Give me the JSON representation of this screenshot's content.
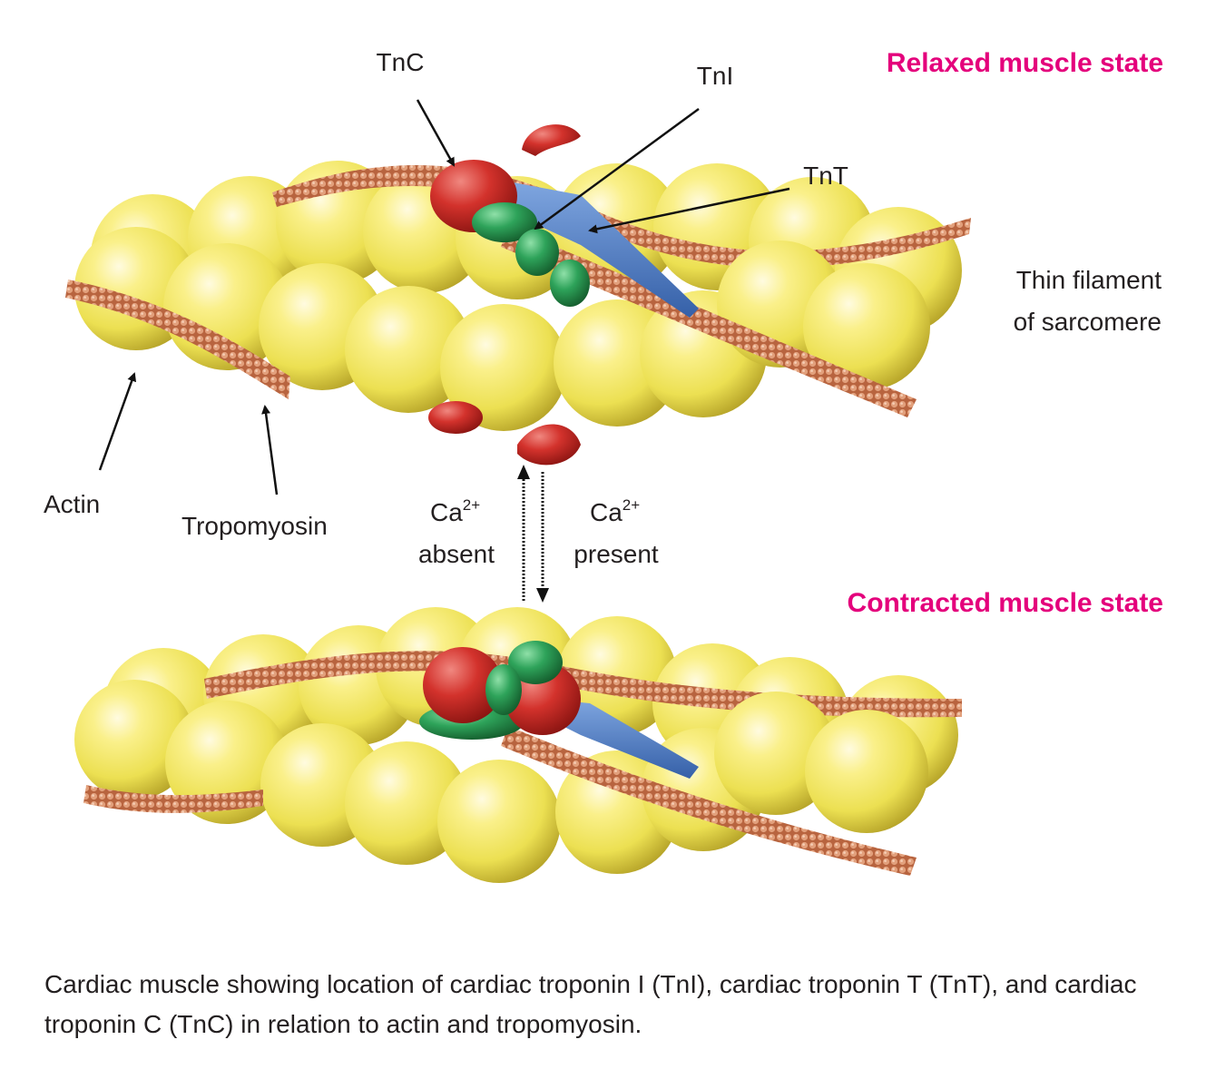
{
  "relaxed_state_title": "Relaxed muscle state",
  "contracted_state_title": "Contracted muscle state",
  "labels": {
    "tnc": "TnC",
    "tni": "TnI",
    "tnt": "TnT",
    "thin_filament_line1": "Thin filament",
    "thin_filament_line2": "of sarcomere",
    "actin": "Actin",
    "tropomyosin": "Tropomyosin",
    "ca_absent_ion": "Ca",
    "ca_absent_charge": "2+",
    "ca_absent_word": "absent",
    "ca_present_ion": "Ca",
    "ca_present_charge": "2+",
    "ca_present_word": "present"
  },
  "caption": "Cardiac muscle showing location of cardiac troponin I (TnI), cardiac troponin T (TnT), and cardiac troponin C (TnC) in relation to actin and tropomyosin.",
  "colors": {
    "actin": "#f2e55a",
    "tropomyosin": "#c8734d",
    "troponin_c": "#d3322c",
    "troponin_i": "#2ea35a",
    "troponin_t": "#4a7ec8",
    "state_title": "#e4007c"
  }
}
